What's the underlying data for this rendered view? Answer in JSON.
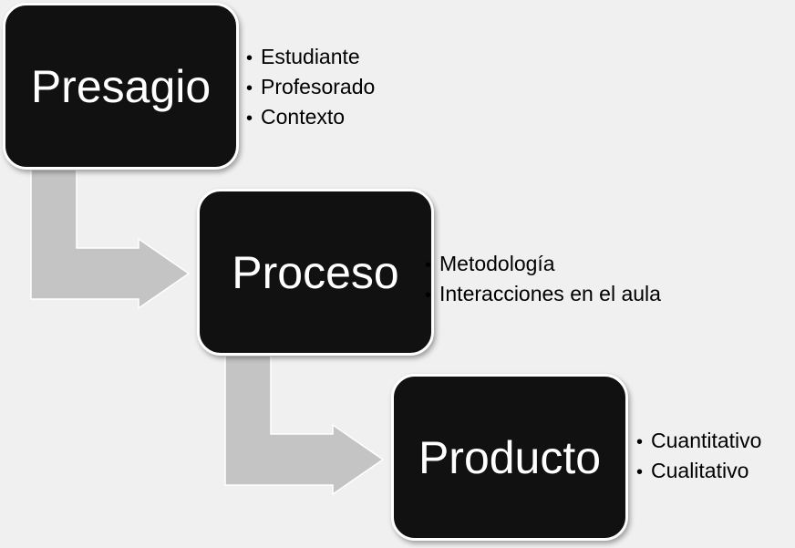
{
  "diagram": {
    "stages": [
      {
        "title": "Presagio",
        "items": [
          "Estudiante",
          "Profesorado",
          "Contexto"
        ]
      },
      {
        "title": "Proceso",
        "items": [
          "Metodología",
          "Interacciones en el aula"
        ]
      },
      {
        "title": "Producto",
        "items": [
          "Cuantitativo",
          "Cualitativo"
        ]
      }
    ],
    "bullet": "•",
    "colors": {
      "background": "#f0f0f0",
      "box_fill": "#111111",
      "box_border": "#ffffff",
      "arrow_fill": "#c4c4c4",
      "title_text": "#ffffff",
      "item_text": "#000000"
    }
  }
}
